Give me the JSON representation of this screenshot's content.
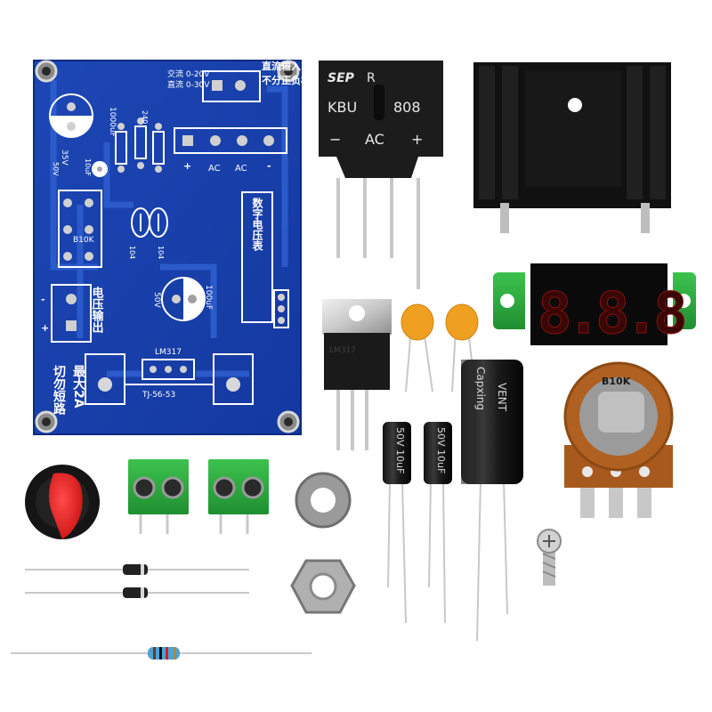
{
  "pcb": {
    "input_label": "直流输入",
    "polarity_note": "不分正负极",
    "ac_range": "交流 0-20V",
    "dc_range": "直流 0-30V",
    "pin_plus": "+",
    "pin_ac1": "AC",
    "pin_ac2": "AC",
    "pin_minus": "-",
    "cap_big_value": "1000uF",
    "cap_big_voltage": "35V",
    "res_value": "240",
    "cap_small_value": "10uF",
    "cap_small_voltage": "50V",
    "pot_label": "B10K",
    "cer1": "104",
    "cer2": "104",
    "cap2_value": "100uF",
    "cap2_voltage": "50V",
    "meter_label": "数字电压表",
    "output_label": "电压输出",
    "out_minus": "-",
    "out_plus": "+",
    "reg_label": "LM317",
    "heatsink_label": "TJ-56-53",
    "max_current": "最大2A",
    "note": "切勿短路"
  },
  "bridge": {
    "brand": "SEP",
    "mark": "R",
    "model_a": "KBU",
    "model_b": "808",
    "minus": "−",
    "ac": "AC",
    "plus": "+"
  },
  "regulator": {
    "marking": "LM317"
  },
  "voltmeter": {
    "digits": "8.8.8"
  },
  "pot": {
    "label": "B10K"
  },
  "caps": {
    "small1": "50V 10uF",
    "small2": "50V 10uF",
    "big_brand": "Capxing",
    "big_series": "VENT"
  }
}
